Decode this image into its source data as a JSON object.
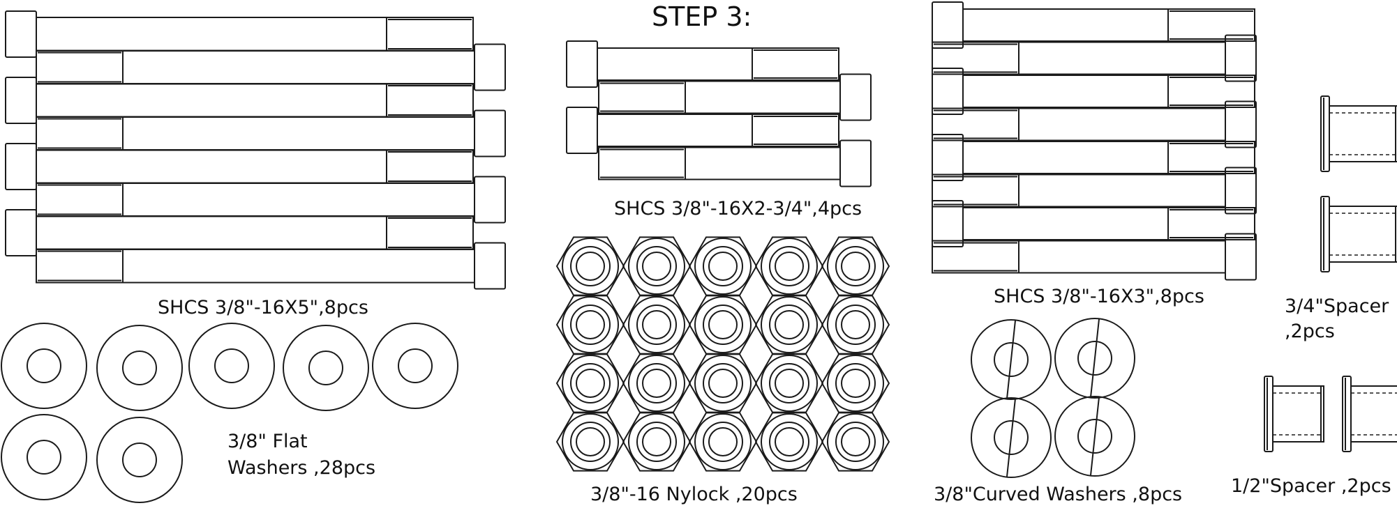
{
  "title": "STEP 3:",
  "parts": {
    "bolt_5": {
      "caption": "SHCS 3/8\"-16X5\",8pcs",
      "count": 8
    },
    "bolt_234": {
      "caption": "SHCS 3/8\"-16X2-3/4\",4pcs",
      "count": 4
    },
    "bolt_3": {
      "caption": "SHCS 3/8\"-16X3\",8pcs",
      "count": 8
    },
    "flat_washers": {
      "caption_line1": "3/8\" Flat",
      "caption_line2": "Washers ,28pcs",
      "count": 28,
      "shown": 7
    },
    "nylock": {
      "caption": "3/8\"-16 Nylock ,20pcs",
      "count": 20,
      "rows": 4,
      "cols": 5
    },
    "curved_washers": {
      "caption": "3/8\"Curved Washers ,8pcs",
      "count": 8,
      "shown": 4
    },
    "spacer_34": {
      "caption_line1": "3/4\"Spacer",
      "caption_line2": ",2pcs",
      "count": 2
    },
    "spacer_12": {
      "caption": "1/2\"Spacer ,2pcs",
      "count": 2
    }
  },
  "colors": {
    "line": "#1a1a1a",
    "background": "#ffffff"
  }
}
